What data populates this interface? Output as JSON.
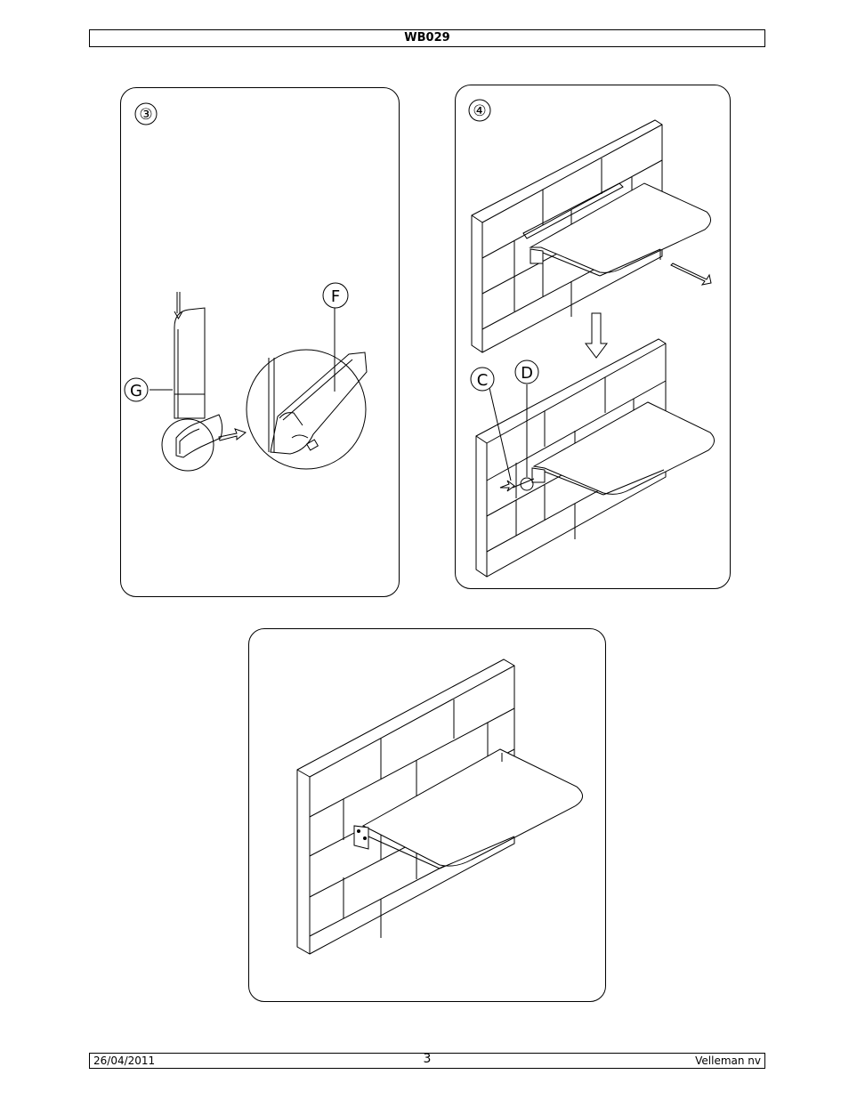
{
  "header": {
    "model": "WB029"
  },
  "panels": {
    "step3": {
      "number": "③",
      "label_f": "F",
      "label_g": "G"
    },
    "step4": {
      "number": "④",
      "label_c": "C",
      "label_d": "D"
    }
  },
  "footer": {
    "date": "26/04/2011",
    "page": "3",
    "company": "Velleman nv"
  }
}
